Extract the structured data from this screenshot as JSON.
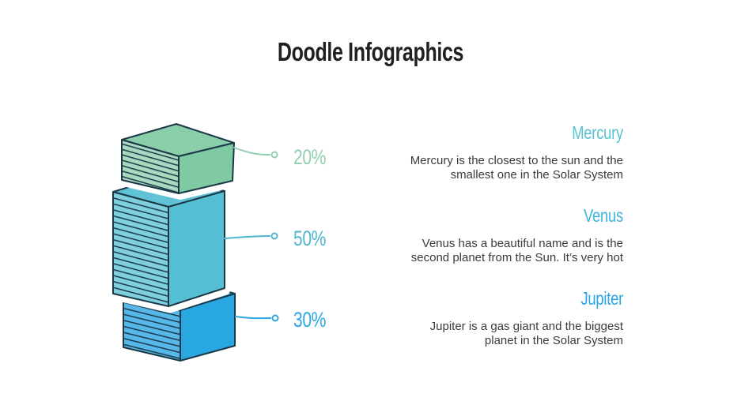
{
  "slide": {
    "title": "Doodle Infographics",
    "background_color": "#FFFFFF",
    "title_color": "#202022",
    "body_text_color": "#3B3B3B",
    "outline_color": "#1B3847"
  },
  "chart_data": {
    "type": "bar",
    "title": "Doodle Infographics",
    "categories": [
      "Mercury",
      "Venus",
      "Jupiter"
    ],
    "values": [
      20,
      50,
      30
    ],
    "value_labels": [
      "20%",
      "50%",
      "30%"
    ],
    "legend_position": "none",
    "grid": false,
    "style": "isometric doodle stacked blocks with callout lines",
    "series_colors": [
      "#8BCEAA",
      "#5CC0D4",
      "#29A7E1"
    ]
  },
  "stack": {
    "blocks": [
      {
        "name": "mercury-block",
        "label": "20%",
        "accent": "#92CFAF",
        "top_color": "#8BCEAA",
        "side_color": "#7FCAA2",
        "hatch_bg": "#A8D8BE"
      },
      {
        "name": "venus-block",
        "label": "50%",
        "accent": "#4FB6CD",
        "top_color": "#61C4D6",
        "side_color": "#56BFD3",
        "hatch_bg": "#7ED0DC"
      },
      {
        "name": "jupiter-block",
        "label": "30%",
        "accent": "#2CA7E2",
        "top_color": "#33ABE3",
        "side_color": "#29A7E1",
        "hatch_bg": "#55B8E8"
      }
    ]
  },
  "sections": [
    {
      "heading": "Mercury",
      "heading_color": "#5BC2D2",
      "lines": [
        "Mercury is the closest to the sun and the",
        "smallest one in the Solar System"
      ]
    },
    {
      "heading": "Venus",
      "heading_color": "#41B4DA",
      "lines": [
        "Venus has a beautiful name and is the",
        "second planet from the Sun. It’s very hot"
      ]
    },
    {
      "heading": "Jupiter",
      "heading_color": "#2BA3E2",
      "lines": [
        "Jupiter is a gas giant and the biggest",
        "planet in the Solar System"
      ]
    }
  ]
}
